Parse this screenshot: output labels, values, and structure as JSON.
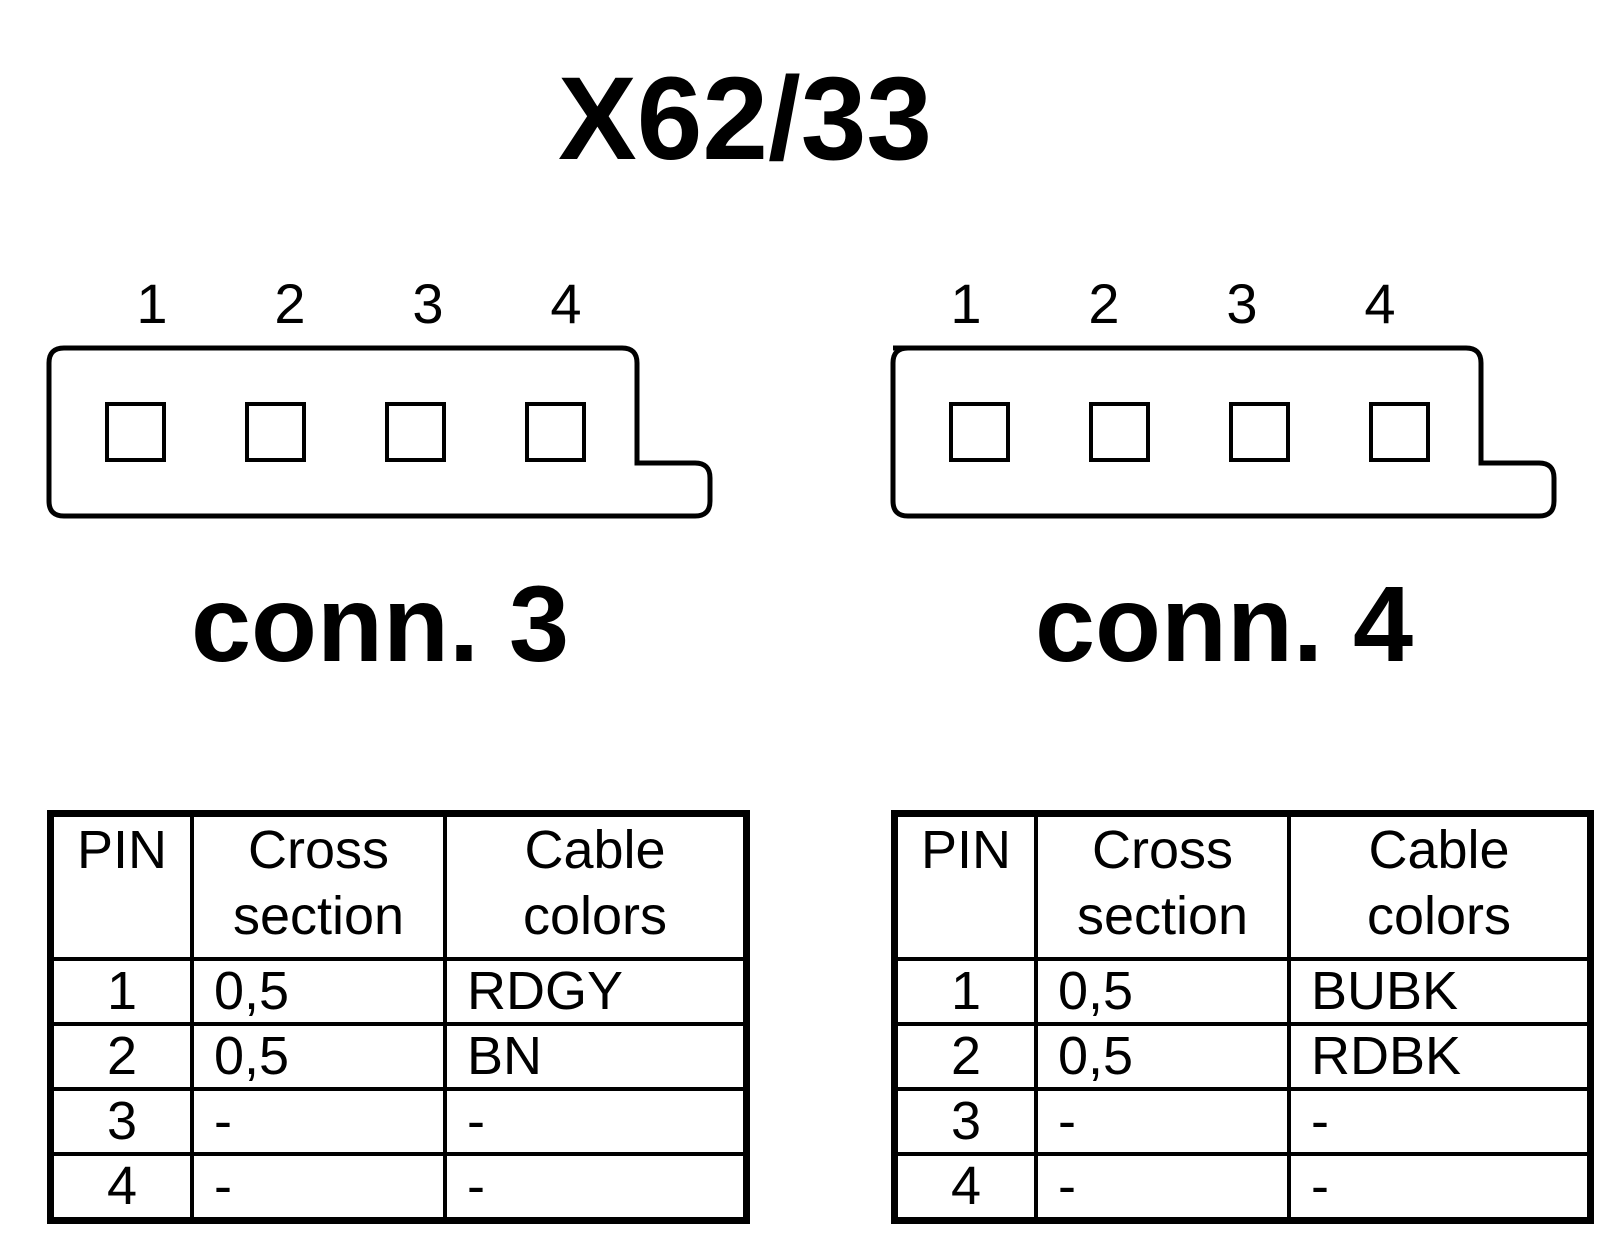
{
  "title": "X62/33",
  "connectors": [
    {
      "label": "conn. 3",
      "pins": [
        "1",
        "2",
        "3",
        "4"
      ]
    },
    {
      "label": "conn. 4",
      "pins": [
        "1",
        "2",
        "3",
        "4"
      ]
    }
  ],
  "tables": [
    {
      "headers": {
        "pin": "PIN",
        "cross_line1": "Cross",
        "cross_line2": "section",
        "cable_line1": "Cable",
        "cable_line2": "colors"
      },
      "rows": [
        {
          "pin": "1",
          "cross": "0,5",
          "color": "RDGY"
        },
        {
          "pin": "2",
          "cross": "0,5",
          "color": "BN"
        },
        {
          "pin": "3",
          "cross": "-",
          "color": "-"
        },
        {
          "pin": "4",
          "cross": "-",
          "color": "-"
        }
      ]
    },
    {
      "headers": {
        "pin": "PIN",
        "cross_line1": "Cross",
        "cross_line2": "section",
        "cable_line1": "Cable",
        "cable_line2": "colors"
      },
      "rows": [
        {
          "pin": "1",
          "cross": "0,5",
          "color": "BUBK"
        },
        {
          "pin": "2",
          "cross": "0,5",
          "color": "RDBK"
        },
        {
          "pin": "3",
          "cross": "-",
          "color": "-"
        },
        {
          "pin": "4",
          "cross": "-",
          "color": "-"
        }
      ]
    }
  ]
}
